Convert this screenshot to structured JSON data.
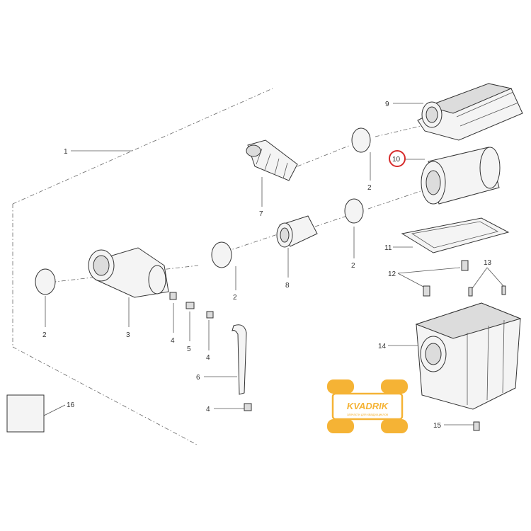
{
  "callouts": [
    "1",
    "2",
    "2",
    "2",
    "2",
    "3",
    "4",
    "4",
    "4",
    "5",
    "6",
    "7",
    "8",
    "9",
    "10",
    "11",
    "12",
    "13",
    "14",
    "15",
    "16"
  ],
  "watermark": {
    "brand": "KVADRIK",
    "tagline": "запчасти для квадроциклов",
    "color": "#f5b335"
  },
  "highlight": {
    "part": "10",
    "ring_color": "#d62a2a"
  }
}
